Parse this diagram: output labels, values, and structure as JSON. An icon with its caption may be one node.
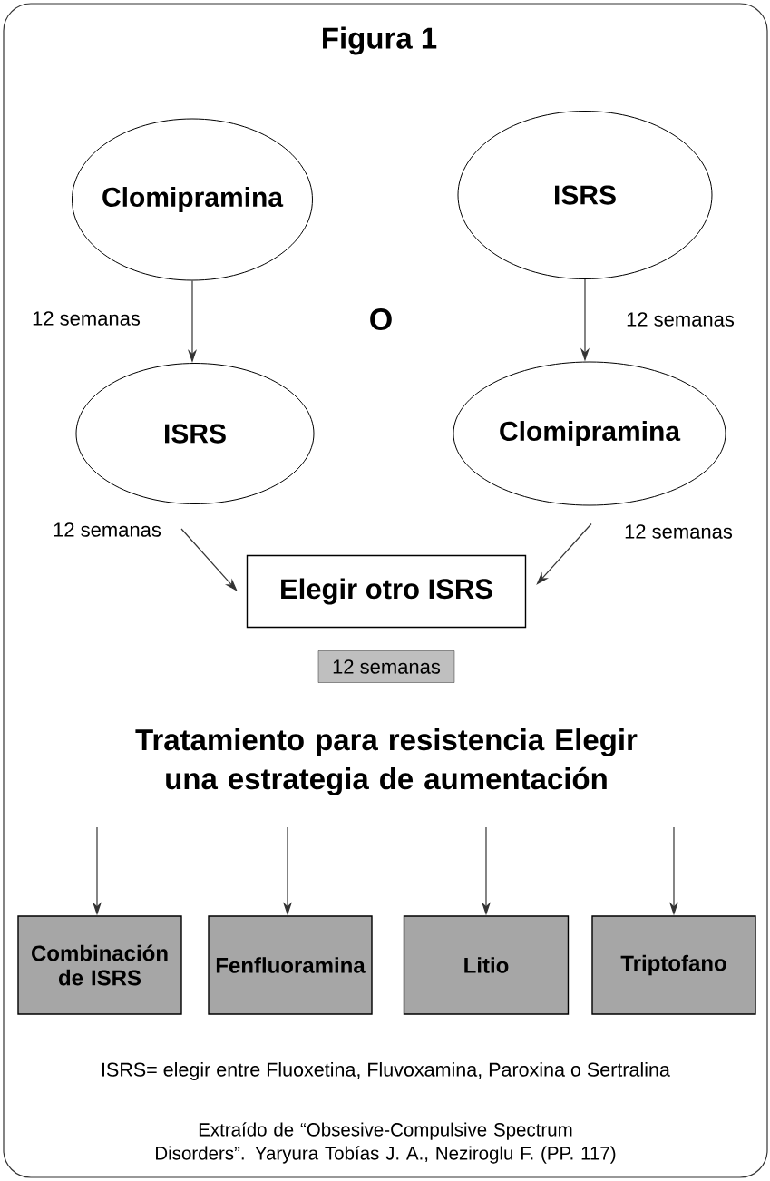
{
  "diagram": {
    "title": "Figura 1",
    "nodes": [
      {
        "text": [
          "Clomipramina"
        ]
      },
      {
        "text": [
          "ISRS"
        ]
      },
      {
        "text": [
          "ISRS"
        ]
      },
      {
        "text": [
          "Clomipramina"
        ]
      },
      {
        "text": [
          "Elegir otro ISRS"
        ]
      },
      {
        "text": [
          "12 semanas"
        ]
      },
      {
        "text": [
          "Combinación de ISRS"
        ]
      },
      {
        "text": [
          "Fenfluoramina"
        ]
      },
      {
        "text": [
          "Litio"
        ]
      },
      {
        "text": [
          "Triptofano"
        ]
      }
    ],
    "edges": [
      {
        "from": 0,
        "to": 2,
        "arrow": "to",
        "label": "12 semanas"
      },
      {
        "from": 1,
        "to": 3,
        "arrow": "to",
        "label": "12 semanas"
      },
      {
        "from": 2,
        "to": 4,
        "arrow": "to",
        "label": "12 semanas"
      },
      {
        "from": 3,
        "to": 4,
        "arrow": "to",
        "label": "12 semanas"
      },
      {
        "from": null,
        "to": 6,
        "arrow": "to"
      },
      {
        "from": null,
        "to": 7,
        "arrow": "to"
      },
      {
        "from": null,
        "to": 8,
        "arrow": "to"
      },
      {
        "from": null,
        "to": 9,
        "arrow": "to"
      }
    ],
    "labels": [
      "O",
      "Tratamiento para resistencia Elegir una estrategia de aumentación",
      "ISRS= elegir entre Fluoxetina, Fluvoxamina, Paroxina o Sertralina",
      "Extraído de “Obsesive-Compulsive Spectrum Disorders”. Yaryura Tobías J. A., Neziroglu F. (PP. 117)"
    ]
  }
}
